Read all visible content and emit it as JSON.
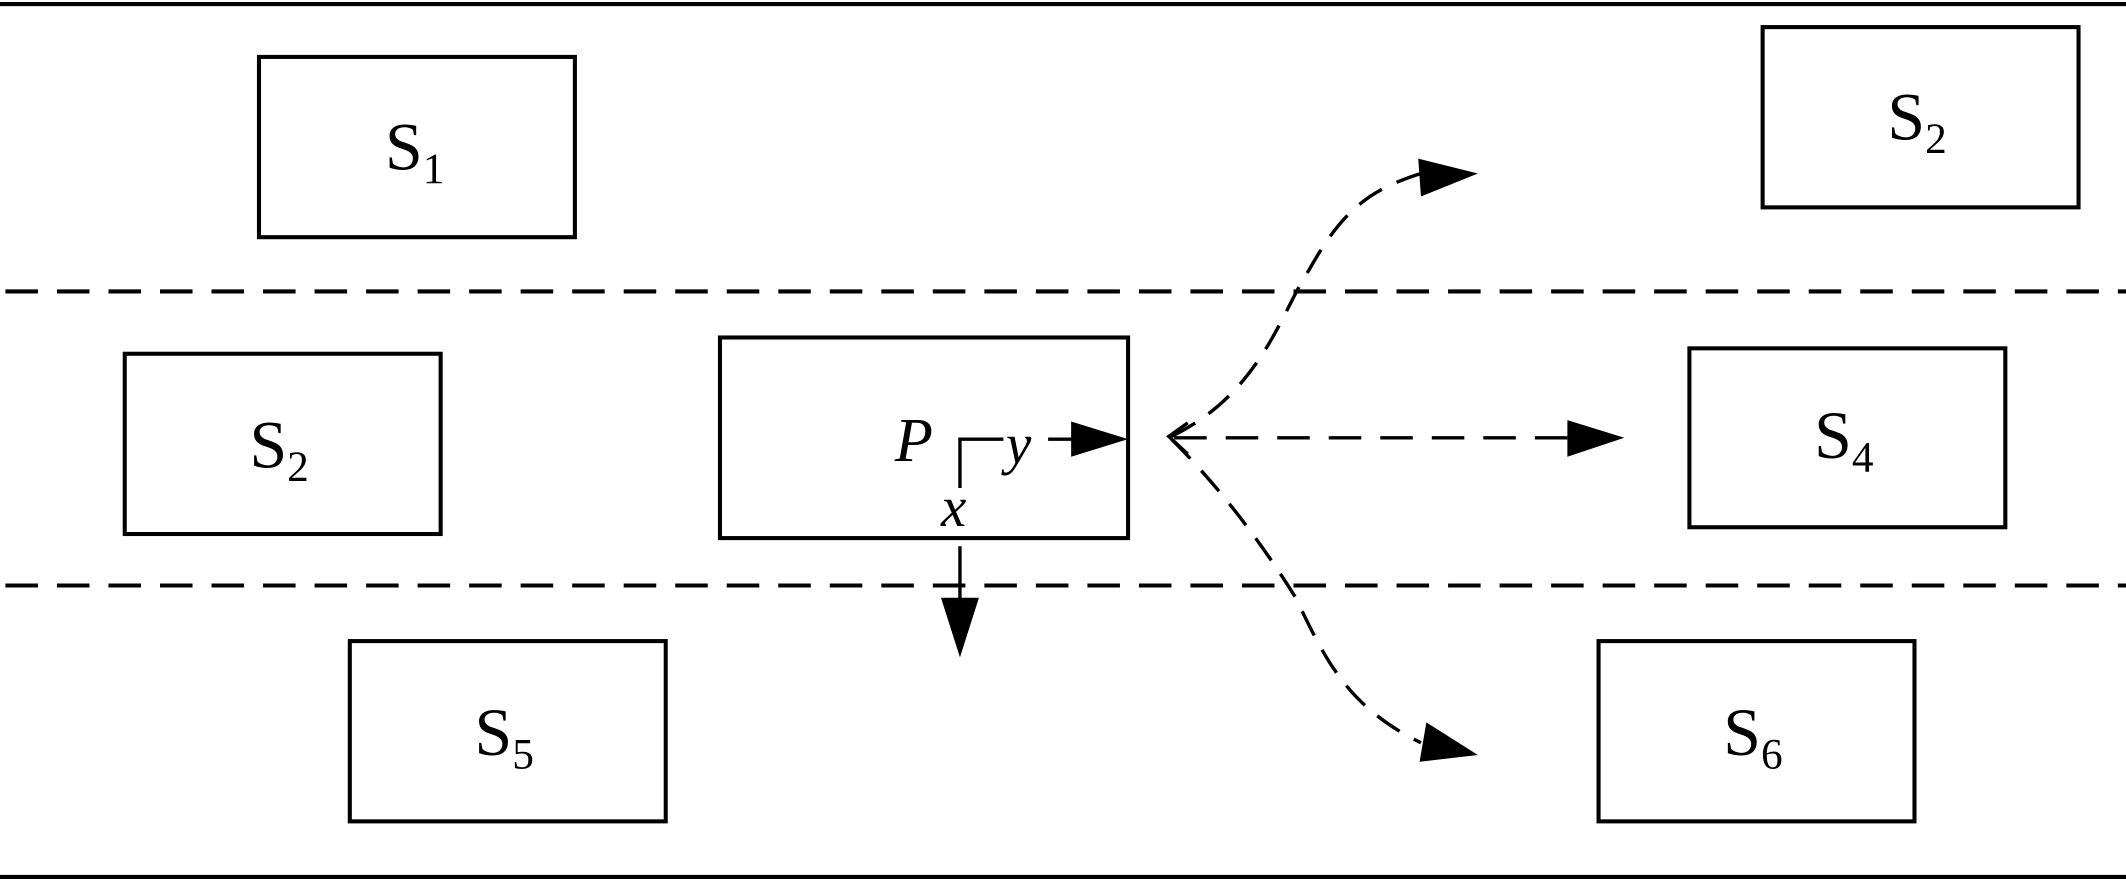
{
  "vehicles": [
    {
      "id": "s1",
      "label": "S",
      "sub": "1"
    },
    {
      "id": "s2-top",
      "label": "S",
      "sub": "2"
    },
    {
      "id": "s2-mid",
      "label": "S",
      "sub": "2"
    },
    {
      "id": "s4",
      "label": "S",
      "sub": "4"
    },
    {
      "id": "s5",
      "label": "S",
      "sub": "5"
    },
    {
      "id": "s6",
      "label": "S",
      "sub": "6"
    }
  ],
  "ego": {
    "label": "P",
    "x_axis": "x",
    "y_axis": "y"
  },
  "colors": {
    "stroke": "#000000",
    "background": "#ffffff"
  }
}
